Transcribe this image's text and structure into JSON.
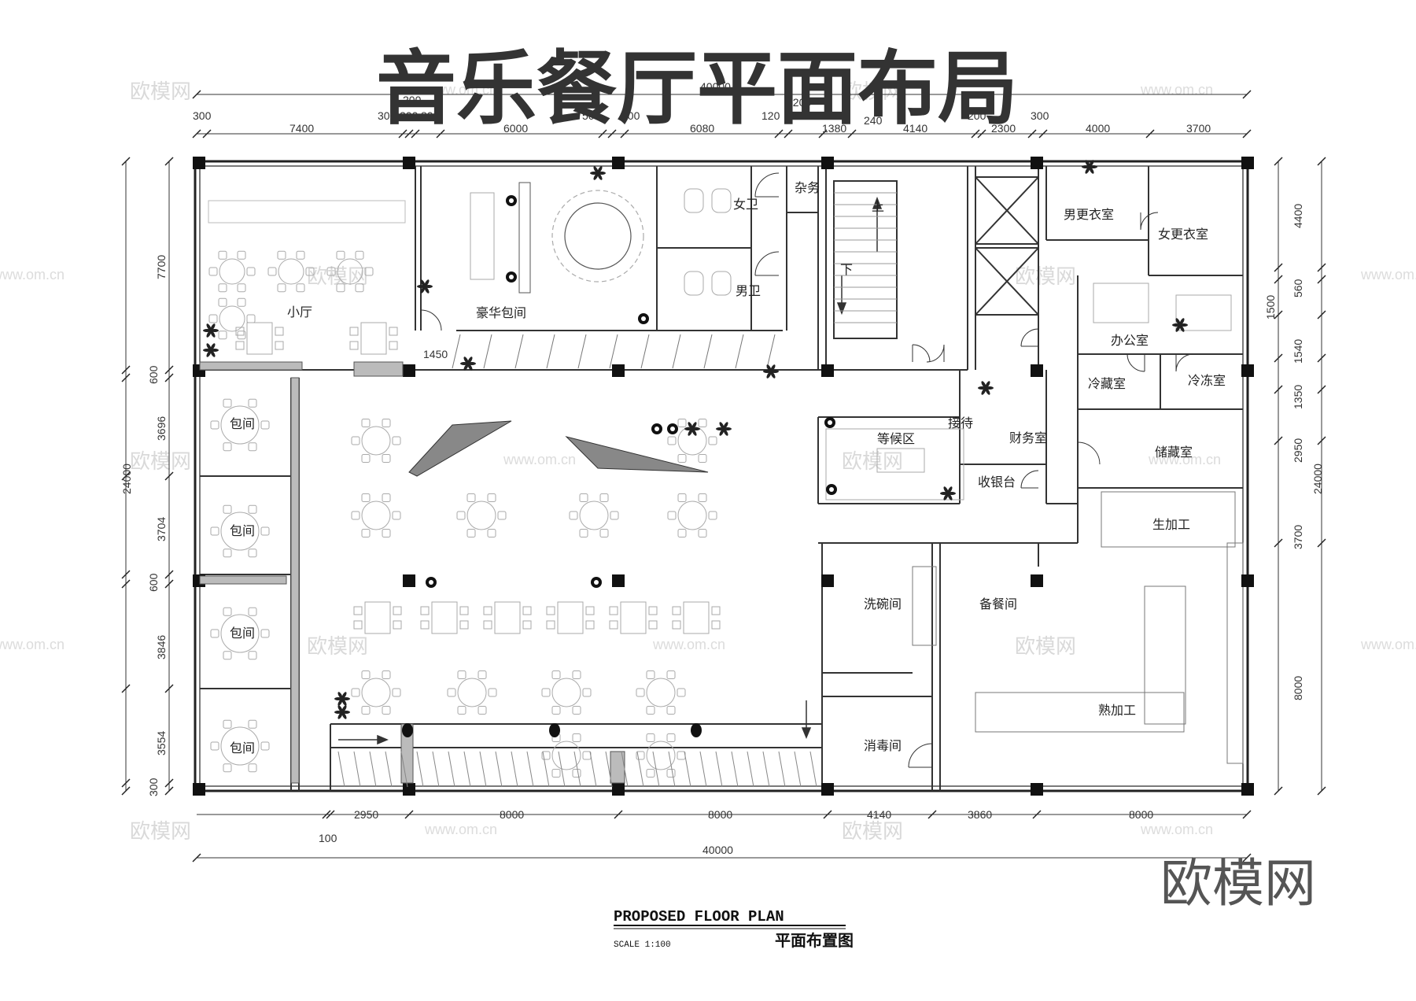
{
  "title": "音乐餐厅平面布局",
  "watermark": {
    "brand": "欧模网",
    "url": "www.om.cn",
    "corner": "欧模网"
  },
  "footer": {
    "plan_title": "PROPOSED FLOOR PLAN",
    "scale": "SCALE 1:100",
    "plan_title_cn": "平面布置图"
  },
  "rooms": {
    "xiaoting": "小厅",
    "haohua": "豪华包间",
    "nvwei": "女卫",
    "zawu": "杂务",
    "nanwei": "男卫",
    "up": "上",
    "down": "下",
    "nangengyi": "男更衣室",
    "nvgengyi": "女更衣室",
    "bangong": "办公室",
    "lengcang": "冷藏室",
    "lengdong": "冷冻室",
    "chucang": "储藏室",
    "jiedai": "接待",
    "dengdai": "等候区",
    "caiwu": "财务室",
    "shouyin": "收银台",
    "baojian1": "包间",
    "baojian2": "包间",
    "baojian3": "包间",
    "baojian4": "包间",
    "shengjiagong": "生加工",
    "xiwan": "洗碗间",
    "beican": "备餐间",
    "shujiagong": "熟加工",
    "xiaodu": "消毒间"
  },
  "dims": {
    "top_outer": "40000",
    "top_inner": [
      "300",
      "7400",
      "300",
      "200",
      "800",
      "6000",
      "500",
      "300",
      "6080",
      "120",
      "1380",
      "240",
      "4140",
      "200",
      "2300",
      "300",
      "4000",
      "3700"
    ],
    "top_extra": [
      "200",
      "1200"
    ],
    "bottom_inner": [
      "2950",
      "8000",
      "8000",
      "4140",
      "3860",
      "8000"
    ],
    "bottom_extra": "100",
    "bottom_outer": "40000",
    "left_outer": "24000",
    "left_inner": [
      "7700",
      "600",
      "3696",
      "3704",
      "600",
      "3846",
      "3554",
      "300"
    ],
    "right_outer": "24000",
    "right_inner": [
      "4400",
      "560",
      "1500",
      "1540",
      "1350",
      "2950",
      "3700",
      "8000"
    ],
    "small_1450": "1450"
  }
}
